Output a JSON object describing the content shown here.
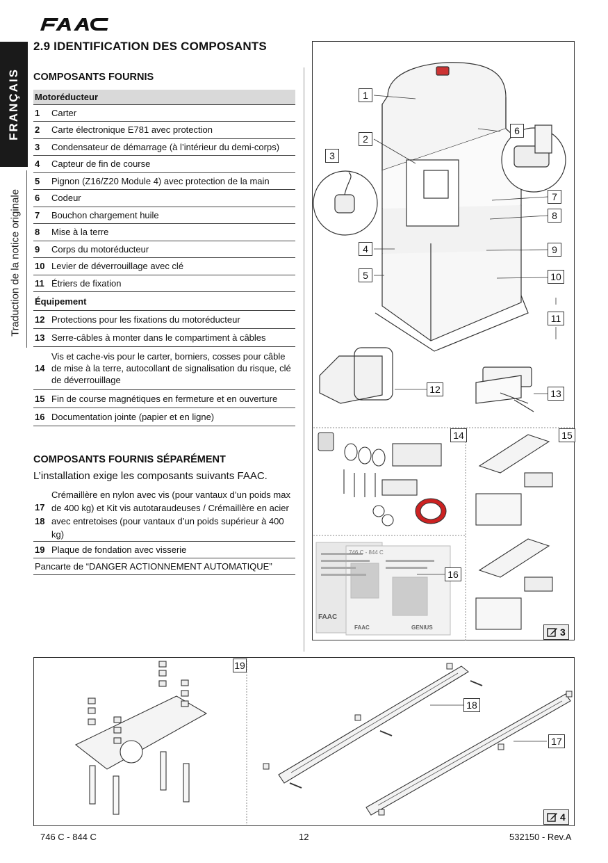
{
  "brand": "FAAC",
  "side_language": "FRANÇAIS",
  "side_note": "Traduction de la notice originale",
  "section_title": "2.9  IDENTIFICATION DES COMPOSANTS",
  "supplied": {
    "heading": "COMPOSANTS FOURNIS",
    "group1": "Motoréducteur",
    "items1": [
      {
        "n": "1",
        "label": "Carter"
      },
      {
        "n": "2",
        "label": "Carte électronique E781 avec protection"
      },
      {
        "n": "3",
        "label": "Condensateur de démarrage (à l’intérieur du demi-corps)"
      },
      {
        "n": "4",
        "label": "Capteur de fin de course"
      },
      {
        "n": "5",
        "label": "Pignon (Z16/Z20 Module 4) avec protection de la main"
      },
      {
        "n": "6",
        "label": "Codeur"
      },
      {
        "n": "7",
        "label": "Bouchon chargement huile"
      },
      {
        "n": "8",
        "label": "Mise à la terre"
      },
      {
        "n": "9",
        "label": "Corps du motoréducteur"
      },
      {
        "n": "10",
        "label": "Levier de déverrouillage avec clé"
      },
      {
        "n": "11",
        "label": "Étriers de fixation"
      }
    ],
    "group2": "Équipement",
    "items2": [
      {
        "n": "12",
        "label": "Protections pour les fixations du motoréducteur"
      },
      {
        "n": "13",
        "label": "Serre-câbles à monter dans le compartiment à câbles"
      },
      {
        "n": "14",
        "label": "Vis et cache-vis pour le carter, borniers, cosses pour câble de mise à la terre, autocollant de signalisation du risque, clé de déverrouillage"
      },
      {
        "n": "15",
        "label": "Fin de course magnétiques en fermeture et en ouverture"
      },
      {
        "n": "16",
        "label": "Documentation jointe (papier et en ligne)"
      }
    ]
  },
  "separate": {
    "heading": "COMPOSANTS FOURNIS SÉPARÉMENT",
    "intro": "L’installation exige les composants suivants FAAC.",
    "row_1718_n": "17\n18",
    "row_1718": "Crémaillère en nylon avec vis (pour vantaux d’un poids max de 400 kg) et Kit vis autotaraudeuses / Crémaillère en acier avec entretoises (pour vantaux d’un poids supérieur à 400 kg)",
    "row_19_n": "19",
    "row_19": "Plaque de fondation avec visserie",
    "row_sign": "Pancarte de “DANGER ACTIONNEMENT AUTOMATIQUE”"
  },
  "figure3": {
    "badge": "3",
    "callouts": [
      "1",
      "2",
      "3",
      "4",
      "5",
      "6",
      "7",
      "8",
      "9",
      "10",
      "11",
      "12",
      "13",
      "14",
      "15",
      "16"
    ],
    "doc_title": "746 C - 844 C",
    "doc_logo": "FAAC",
    "doc_product": "GENIUS"
  },
  "figure4": {
    "badge": "4",
    "callouts": [
      "19",
      "18",
      "17"
    ]
  },
  "footer": {
    "left": "746 C - 844 C",
    "center": "12",
    "right": "532150 - Rev.A"
  }
}
